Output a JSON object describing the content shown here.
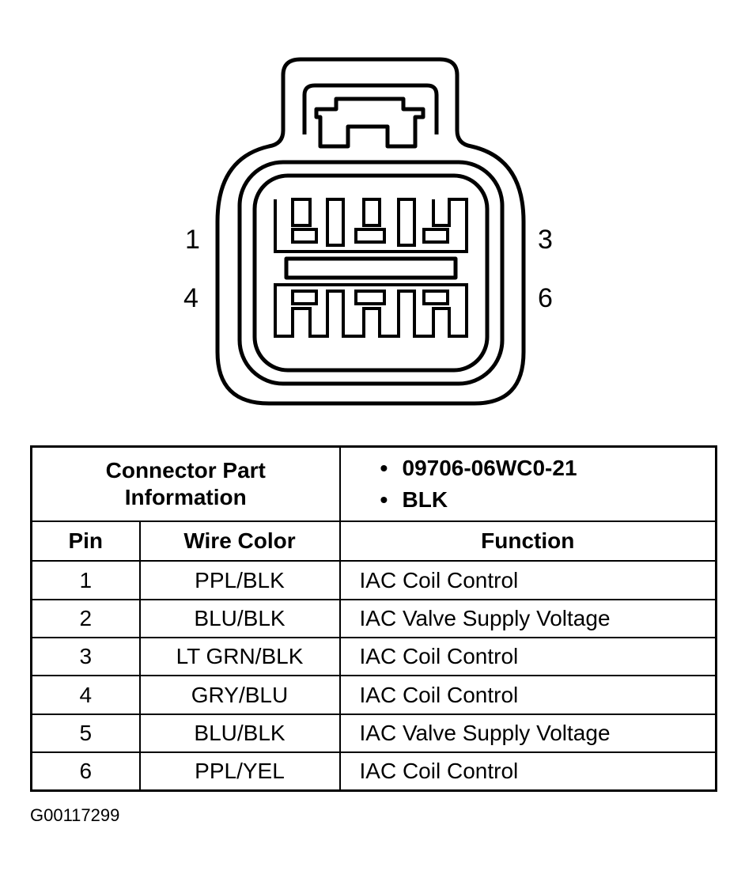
{
  "diagram": {
    "pin_labels": [
      "1",
      "3",
      "4",
      "6"
    ]
  },
  "table": {
    "info_label_line1": "Connector Part",
    "info_label_line2": "Information",
    "info_bullets": [
      "09706-06WC0-21",
      "BLK"
    ],
    "headers": [
      "Pin",
      "Wire Color",
      "Function"
    ],
    "rows": [
      {
        "pin": "1",
        "color": "PPL/BLK",
        "function": "IAC Coil Control"
      },
      {
        "pin": "2",
        "color": "BLU/BLK",
        "function": "IAC Valve Supply Voltage"
      },
      {
        "pin": "3",
        "color": "LT GRN/BLK",
        "function": "IAC Coil Control"
      },
      {
        "pin": "4",
        "color": "GRY/BLU",
        "function": "IAC Coil Control"
      },
      {
        "pin": "5",
        "color": "BLU/BLK",
        "function": "IAC Valve Supply Voltage"
      },
      {
        "pin": "6",
        "color": "PPL/YEL",
        "function": "IAC Coil Control"
      }
    ]
  },
  "figure_id": "G00117299"
}
